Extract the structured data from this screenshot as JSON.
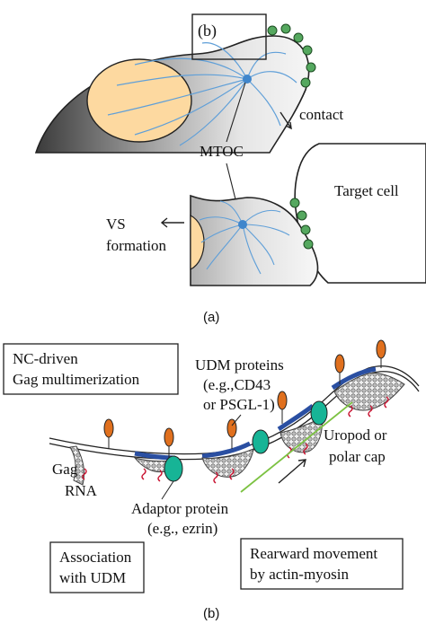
{
  "panel_a": {
    "caption": "(a)",
    "box_label": "(b)",
    "contact_label": "contact",
    "mtoc_label": "MTOC",
    "target_label": "Target cell",
    "vs_label_1": "VS",
    "vs_label_2": "formation"
  },
  "panel_b": {
    "caption": "(b)",
    "nc_box_line1": "NC-driven",
    "nc_box_line2": "Gag multimerization",
    "udm_line1": "UDM proteins",
    "udm_line2": "(e.g.,CD43",
    "udm_line3": "or PSGL-1)",
    "uropod_line1": "Uropod or",
    "uropod_line2": "polar cap",
    "gag_label": "Gag",
    "rna_label": "RNA",
    "adaptor_line1": "Adaptor protein",
    "adaptor_line2": "(e.g., ezrin)",
    "assoc_line1": "Association",
    "assoc_line2": "with UDM",
    "rear_line1": "Rearward movement",
    "rear_line2": "by actin-myosin"
  },
  "colors": {
    "nucleus": "#fdd9a0",
    "mtoc": "#3f86cc",
    "microtubule": "#5f9fd8",
    "virion": "#55a85f",
    "udm": "#e0701e",
    "adaptor": "#17b496",
    "membrane_band": "#2a4fa2",
    "rna": "#c8102e",
    "actin": "#7cc242"
  }
}
